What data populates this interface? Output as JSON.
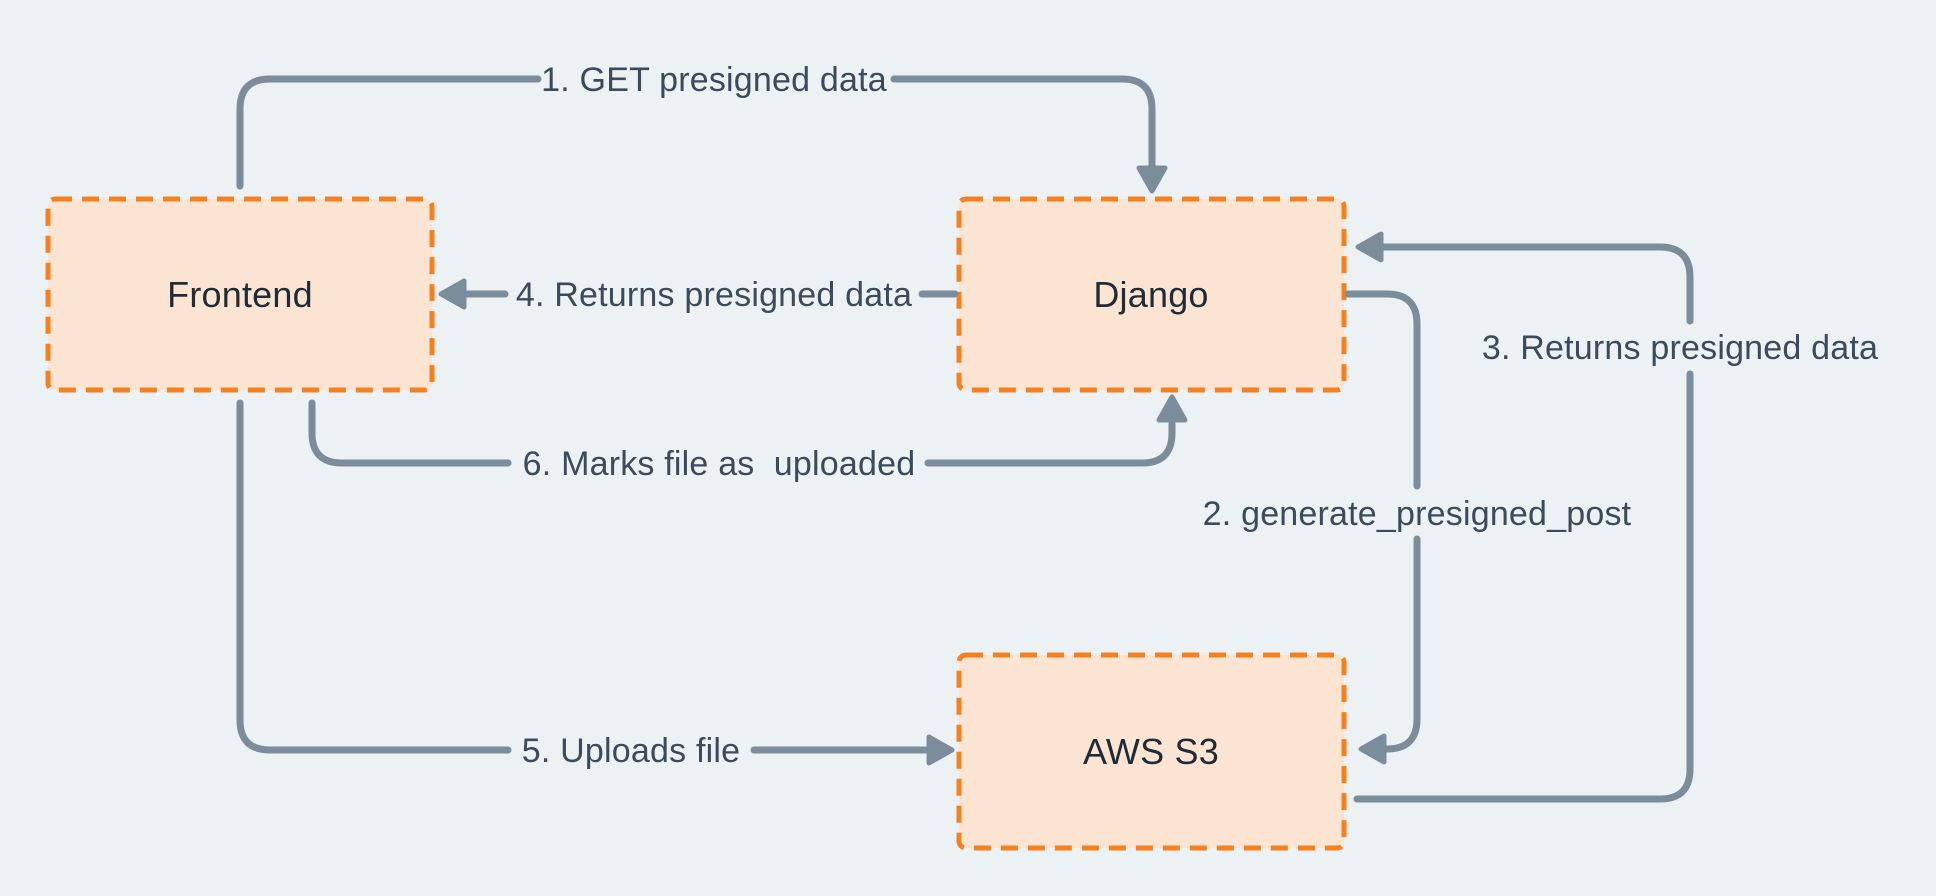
{
  "diagram": {
    "colors": {
      "background": "#ECF1F4",
      "node_fill": "#FCE4D3",
      "node_border": "#F6801E",
      "connector": "#7B8C9B",
      "edge_label_text": "#3B4B5B",
      "node_text": "#1F2B37"
    },
    "nodes": [
      {
        "id": "frontend",
        "label": "Frontend"
      },
      {
        "id": "django",
        "label": "Django"
      },
      {
        "id": "aws-s3",
        "label": "AWS S3"
      }
    ],
    "steps": [
      {
        "num": "1",
        "label": "1. GET presigned data",
        "from": "Frontend",
        "to": "Django"
      },
      {
        "num": "2",
        "label": "2. generate_presigned_post",
        "from": "Django",
        "to": "AWS S3"
      },
      {
        "num": "3",
        "label": "3. Returns presigned data",
        "from": "AWS S3",
        "to": "Django"
      },
      {
        "num": "4",
        "label": "4. Returns presigned data",
        "from": "Django",
        "to": "Frontend"
      },
      {
        "num": "5",
        "label": "5. Uploads file",
        "from": "Frontend",
        "to": "AWS S3"
      },
      {
        "num": "6",
        "label": "6. Marks file as  uploaded",
        "from": "Frontend",
        "to": "Django"
      }
    ]
  }
}
